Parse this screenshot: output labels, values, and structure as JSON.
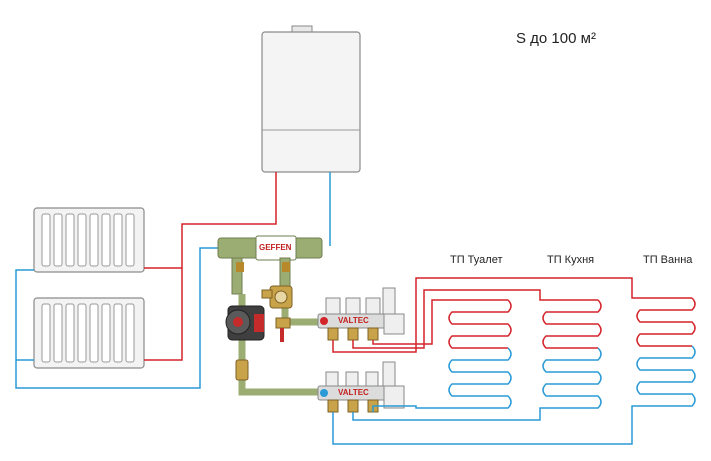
{
  "area_label": "S до 100 м²",
  "zones": [
    {
      "label": "ТП Туалет"
    },
    {
      "label": "ТП Кухня"
    },
    {
      "label": "ТП Ванна"
    }
  ],
  "brands": {
    "separator": "GEFFEN",
    "manifold_supply": "VALTEC",
    "manifold_return": "VALTEC"
  },
  "colors": {
    "supply": "#d3242a",
    "return": "#2a9ad6",
    "pipe_neutral": "#9cad74",
    "boiler": "#f2f2f2",
    "outline": "#777777"
  }
}
